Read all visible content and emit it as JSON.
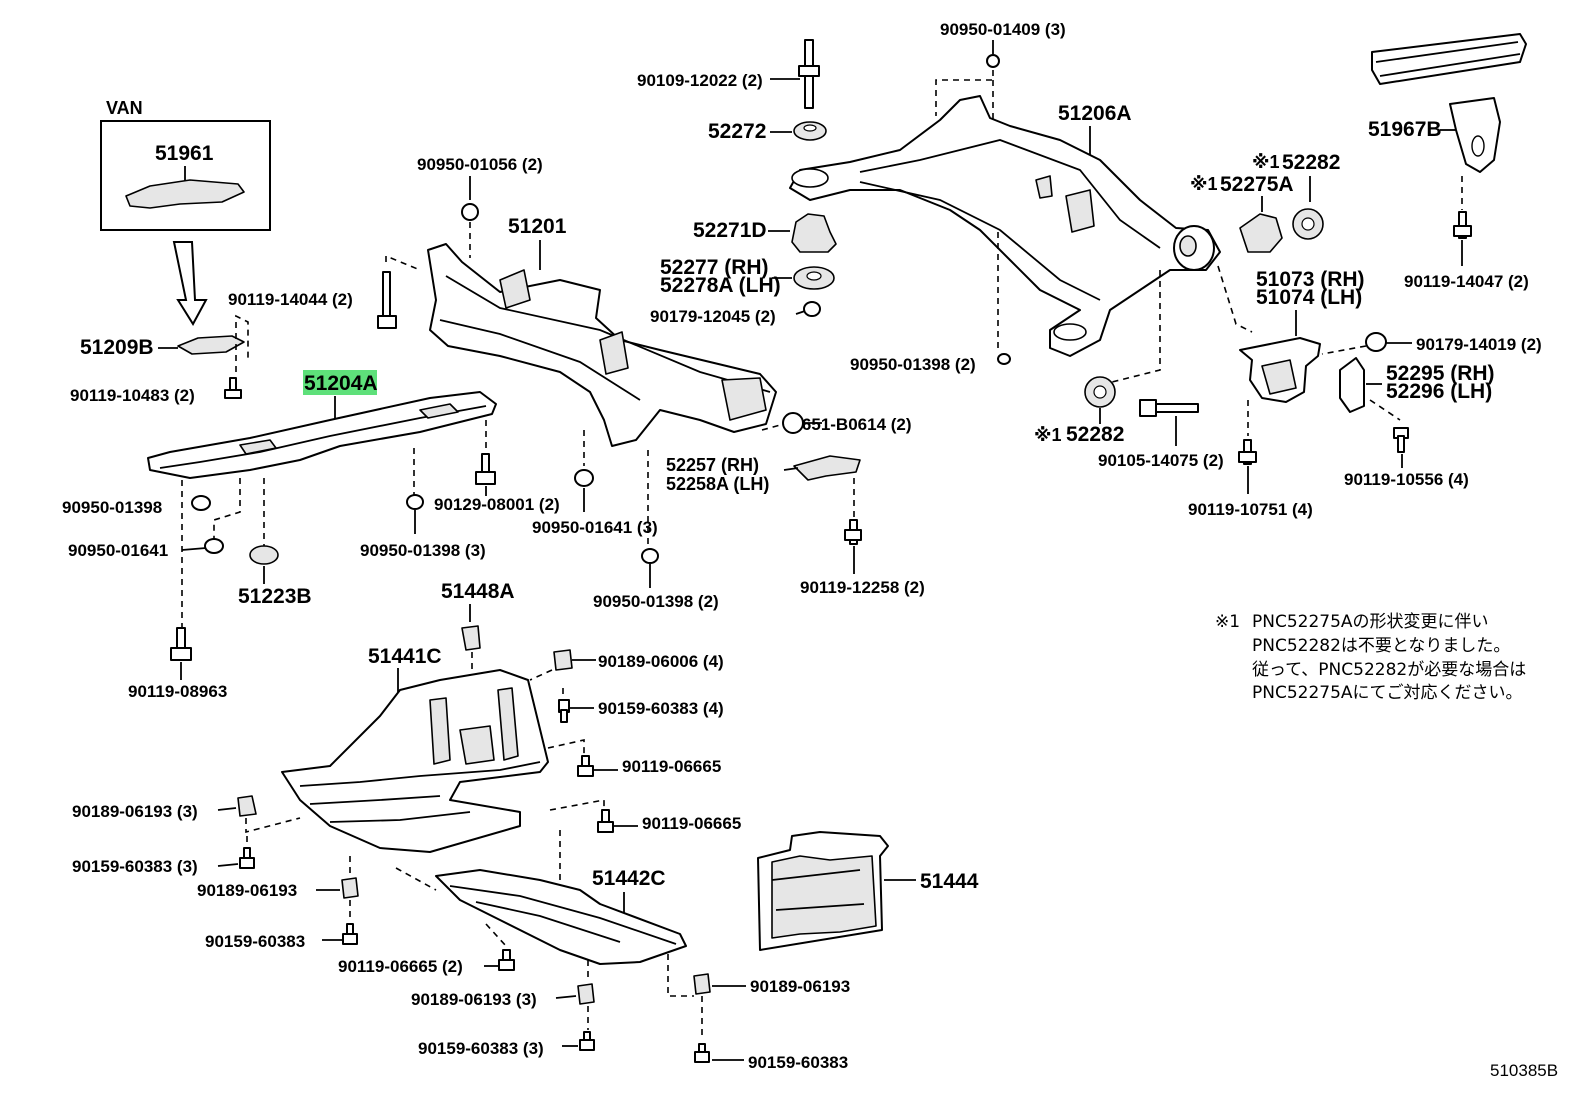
{
  "diagram_code": "510385B",
  "van_label": "VAN",
  "parts": {
    "p90950_01409": "90950-01409 (3)",
    "p90109_12022": "90109-12022 (2)",
    "p52272": "52272",
    "p51206A": "51206A",
    "p51967B": "51967B",
    "p52282_top": "52282",
    "p52275A": "52275A",
    "mark1a": "※1",
    "mark1b": "※1",
    "mark1c": "※1",
    "p51961": "51961",
    "p90950_01056": "90950-01056 (2)",
    "p51201": "51201",
    "p52271D": "52271D",
    "p52277": "52277  (RH)",
    "p52278A": "52278A (LH)",
    "p90179_12045": "90179-12045 (2)",
    "p90119_14044": "90119-14044 (2)",
    "p51073": "51073 (RH)",
    "p51074": "51074 (LH)",
    "p90119_14047": "90119-14047 (2)",
    "p90179_14019": "90179-14019 (2)",
    "p51209B": "51209B",
    "p90950_01398_a": "90950-01398 (2)",
    "p52295": "52295 (RH)",
    "p52296": "52296 (LH)",
    "p51204A": "51204A",
    "p90119_10483": "90119-10483 (2)",
    "p91651_B0614": "91651-B0614 (2)",
    "p52282_bottom": "52282",
    "p90105_14075": "90105-14075 (2)",
    "p90119_10556": "90119-10556 (4)",
    "p52257": "52257  (RH)",
    "p52258A": "52258A (LH)",
    "p90950_01398_b": "90950-01398",
    "p90129_08001": "90129-08001 (2)",
    "p90119_10751": "90119-10751 (4)",
    "p90950_01641_a": "90950-01641 (3)",
    "p90950_01641_b": "90950-01641",
    "p90950_01398_c": "90950-01398 (3)",
    "p51223B": "51223B",
    "p90119_12258": "90119-12258 (2)",
    "p90950_01398_d": "90950-01398 (2)",
    "p51448A": "51448A",
    "p51441C": "51441C",
    "p90189_06006": "90189-06006 (4)",
    "p90119_08963": "90119-08963",
    "p90159_60383_a": "90159-60383 (4)",
    "p90119_06665_a": "90119-06665",
    "p90119_06665_b": "90119-06665",
    "p90189_06193_a": "90189-06193 (3)",
    "p90159_60383_b": "90159-60383 (3)",
    "p51442C": "51442C",
    "p51444": "51444",
    "p90189_06193_b": "90189-06193",
    "p90159_60383_c": "90159-60383",
    "p90119_06665_c": "90119-06665 (2)",
    "p90189_06193_c": "90189-06193 (3)",
    "p90189_06193_d": "90189-06193",
    "p90159_60383_d": "90159-60383 (3)",
    "p90159_60383_e": "90159-60383"
  },
  "highlight_color": "#5ee07a",
  "note": {
    "mark": "※1",
    "line1": "PNC52275Aの形状変更に伴い",
    "line2": "PNC52282は不要となりました。",
    "line3": "従って、PNC52282が必要な場合は",
    "line4": "PNC52275Aにてご対応ください。"
  }
}
